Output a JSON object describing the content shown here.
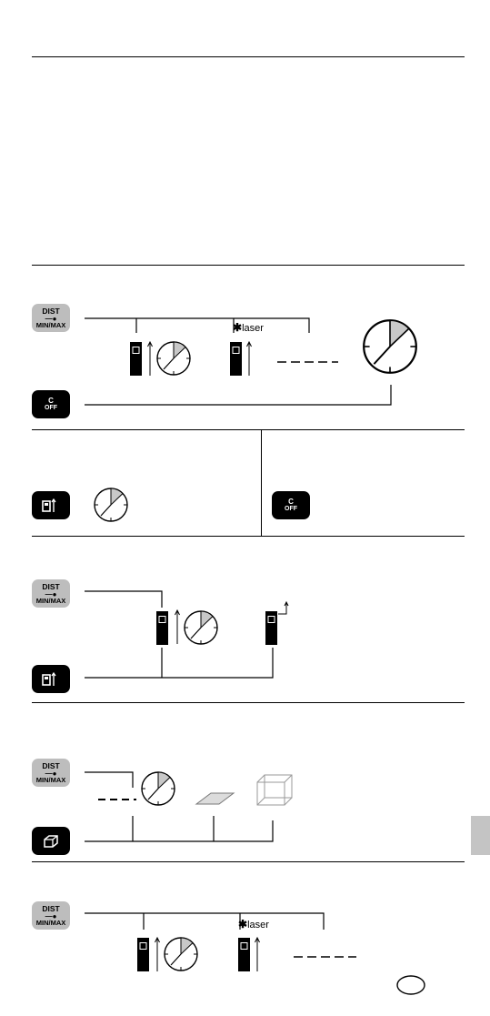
{
  "keys": {
    "dist_minmax": {
      "line1": "DIST",
      "line2": "—●",
      "line3": "MIN/MAX"
    },
    "c_off": {
      "line1": "C",
      "line2": "OFF"
    }
  },
  "labels": {
    "laser_1": "laser",
    "laser_2": "laser"
  },
  "colors": {
    "key_gray": "#bdbdbd",
    "key_black": "#000000",
    "clock_wedge": "#c8c8c8",
    "side_tab": "#c4c4c4"
  },
  "icons": [
    "dist-minmax-key-icon",
    "c-off-key-icon",
    "laser-mode-key-icon",
    "area-volume-key-icon",
    "device-icon",
    "clock-icon",
    "area-icon",
    "volume-icon",
    "country-code-oval-icon"
  ]
}
